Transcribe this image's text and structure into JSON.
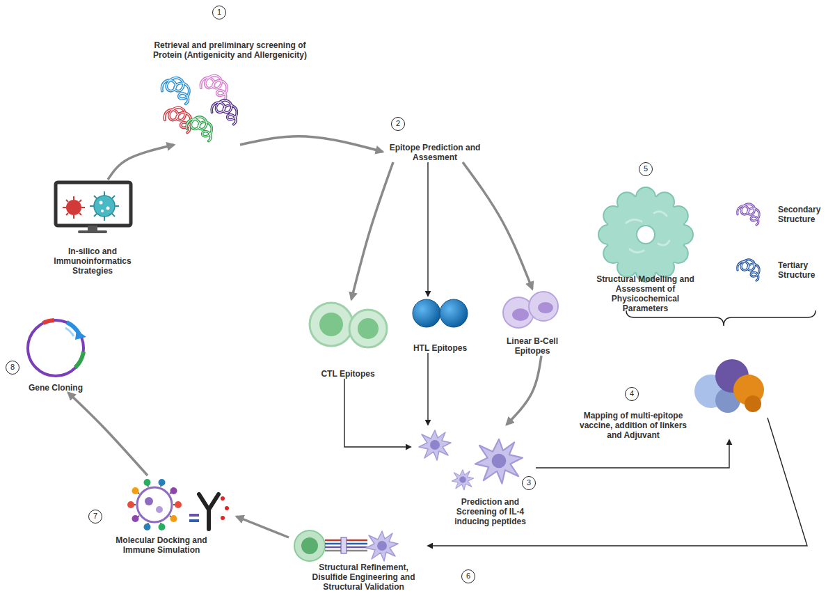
{
  "diagram": {
    "nodes": [
      {
        "text": [
          "Retrieval and preliminary screening of Protein (Antigenicity and Allergenicity)"
        ]
      },
      {
        "text": [
          "Epitope Prediction and Assesment"
        ]
      },
      {
        "text": [
          "CTL Epitopes"
        ]
      },
      {
        "text": [
          "HTL Epitopes"
        ]
      },
      {
        "text": [
          "Linear B-Cell Epitopes"
        ]
      },
      {
        "text": [
          "Prediction and Screening of IL-4 inducing peptides"
        ]
      },
      {
        "text": [
          "Mapping of multi-epitope vaccine, addition of linkers and Adjuvant"
        ]
      },
      {
        "text": [
          "Structural Modelling and Assessment of Physicochemical Parameters"
        ]
      },
      {
        "text": [
          "Secondary Structure"
        ]
      },
      {
        "text": [
          "Tertiary Structure"
        ]
      },
      {
        "text": [
          "Structural Refinement, Disulfide Engineering and Structural Validation"
        ]
      },
      {
        "text": [
          "Molecular Docking and Immune Simulation"
        ]
      },
      {
        "text": [
          "Gene Cloning"
        ]
      },
      {
        "text": [
          "In-silico and Immunoinformatics Strategies"
        ]
      }
    ],
    "edges": [
      {
        "from": 13,
        "to": 0,
        "arrow": "to"
      },
      {
        "from": 0,
        "to": 1,
        "arrow": "to"
      },
      {
        "from": 1,
        "to": 2,
        "arrow": "to"
      },
      {
        "from": 1,
        "to": 3,
        "arrow": "to"
      },
      {
        "from": 1,
        "to": 4,
        "arrow": "to"
      },
      {
        "from": 2,
        "to": 5,
        "arrow": "to"
      },
      {
        "from": 3,
        "to": 5,
        "arrow": "to"
      },
      {
        "from": 4,
        "to": 5,
        "arrow": "to"
      },
      {
        "from": 5,
        "to": 6,
        "arrow": "to"
      },
      {
        "from": 6,
        "to": 10,
        "arrow": "to"
      },
      {
        "from": 10,
        "to": 11,
        "arrow": "to"
      },
      {
        "from": 11,
        "to": 12,
        "arrow": "to"
      }
    ],
    "labels": [
      "1",
      "2",
      "3",
      "4",
      "5",
      "6",
      "7",
      "8"
    ]
  }
}
